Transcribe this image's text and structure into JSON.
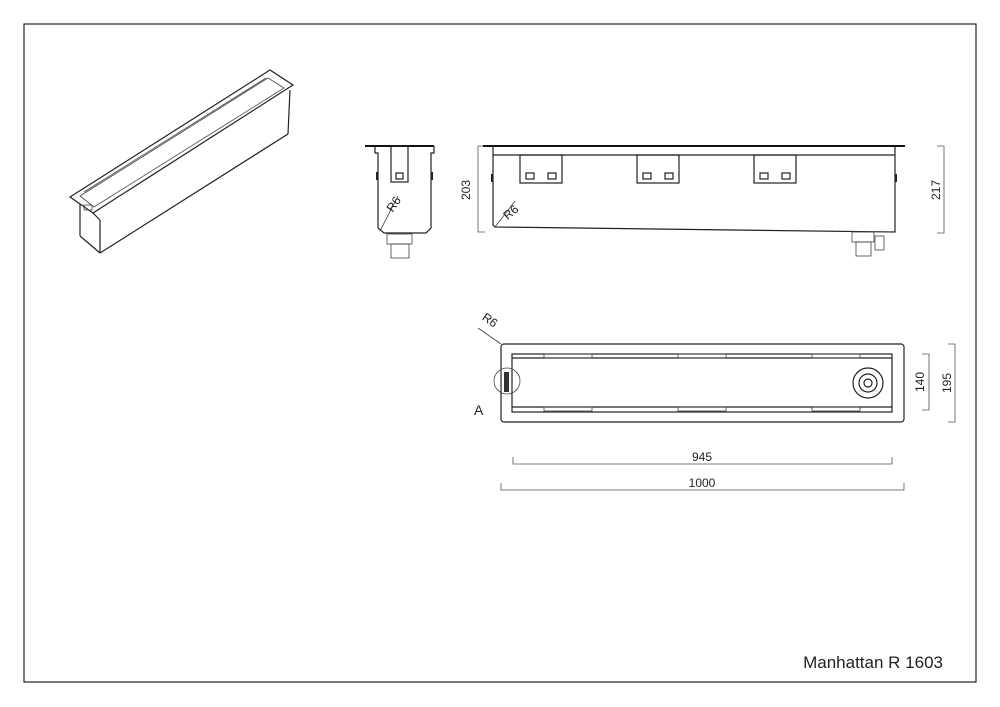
{
  "title_block": {
    "title": "Manhattan R 1603"
  },
  "side_view": {
    "radius_label": "R6"
  },
  "front_view": {
    "radius_label": "R6",
    "height_inner": "203",
    "height_total": "217"
  },
  "top_view": {
    "radius_label": "R6",
    "detail_label": "A",
    "width_inner": "140",
    "width_total": "195",
    "length_inner": "945",
    "length_total": "1000"
  }
}
